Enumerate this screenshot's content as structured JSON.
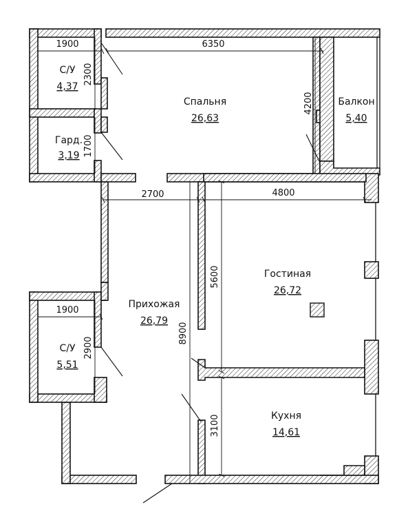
{
  "rooms": [
    {
      "name": "С/У",
      "area": "4,37"
    },
    {
      "name": "Спальня",
      "area": "26,63"
    },
    {
      "name": "Балкон",
      "area": "5,40"
    },
    {
      "name": "Гард.",
      "area": "3,19"
    },
    {
      "name": "Гостиная",
      "area": "26,72"
    },
    {
      "name": "Прихожая",
      "area": "26,79"
    },
    {
      "name": "С/У",
      "area": "5,51"
    },
    {
      "name": "Кухня",
      "area": "14,61"
    }
  ],
  "dimensions": {
    "wc_top_width": "1900",
    "wc_top_height": "2300",
    "bedroom_width": "6350",
    "bedroom_depth": "4200",
    "wardrobe_height": "1700",
    "hall_width": "2700",
    "living_width": "4800",
    "living_depth": "5600",
    "wc_bottom_width": "1900",
    "wc_bottom_height": "2900",
    "hall_length": "8900",
    "kitchen_depth": "3100"
  }
}
